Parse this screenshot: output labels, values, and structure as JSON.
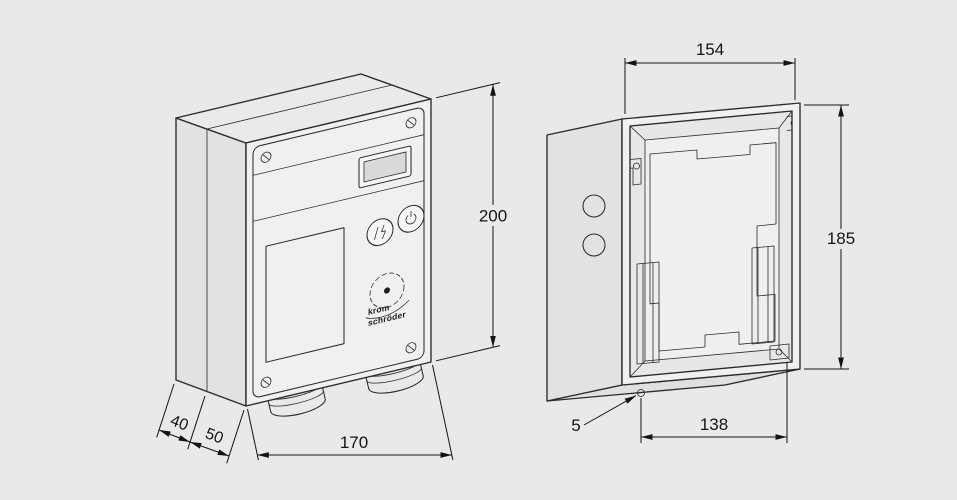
{
  "colors": {
    "bg": "#e9e9e9",
    "line": "#2b2b2b",
    "dim": "#141414",
    "front": "#f0f0f0",
    "side": "#e2e2e2",
    "top": "#eaeaea",
    "interior": "#e7e7e7",
    "backwall": "#efefef",
    "band": "#e0e0e0",
    "control": "#f6f6f6",
    "display": "#d9d9d9"
  },
  "logo": {
    "line1": "krom",
    "line2": "schröder"
  },
  "dimensions": {
    "left_view": {
      "height": "200",
      "width": "170",
      "depth_rear": "40",
      "depth_front": "50"
    },
    "right_view": {
      "width": "154",
      "height": "185",
      "bottom_width": "138",
      "corner_hole_offset": "5"
    }
  }
}
